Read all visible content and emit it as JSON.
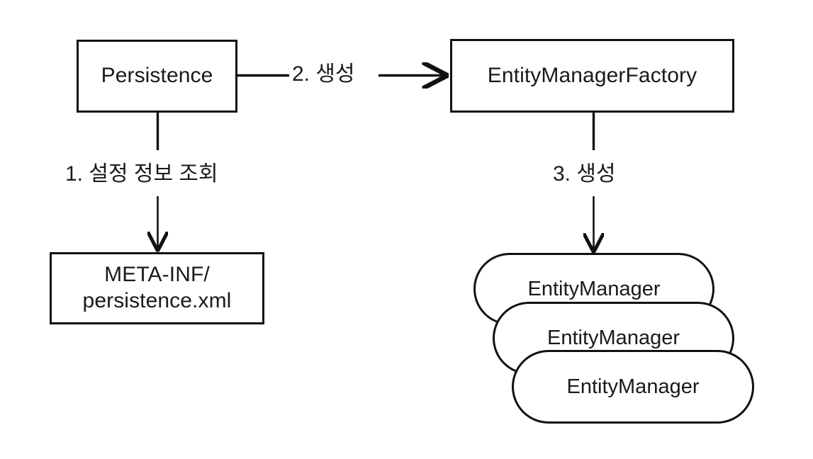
{
  "diagram": {
    "title": "JPA Persistence / EntityManagerFactory / EntityManager flow",
    "background_color": "#ffffff",
    "stroke_color": "#111111",
    "text_color": "#1a1a1a",
    "nodes": {
      "persistence": {
        "label": "Persistence",
        "shape": "rectangle"
      },
      "entity_manager_factory": {
        "label": "EntityManagerFactory",
        "shape": "rectangle"
      },
      "meta_inf": {
        "label_line1": "META-INF/",
        "label_line2": "persistence.xml",
        "shape": "rectangle"
      },
      "entity_manager_1": {
        "label": "EntityManager",
        "shape": "rounded-pill"
      },
      "entity_manager_2": {
        "label": "EntityManager",
        "shape": "rounded-pill"
      },
      "entity_manager_3": {
        "label": "EntityManager",
        "shape": "rounded-pill"
      }
    },
    "edges": {
      "step1": {
        "label": "1. 설정 정보 조회",
        "from": "persistence",
        "to": "meta_inf",
        "direction": "down"
      },
      "step2": {
        "label": "2. 생성",
        "from": "persistence",
        "to": "entity_manager_factory",
        "direction": "right"
      },
      "step3": {
        "label": "3. 생성",
        "from": "entity_manager_factory",
        "to": "entity_manager_1",
        "direction": "down"
      }
    }
  }
}
